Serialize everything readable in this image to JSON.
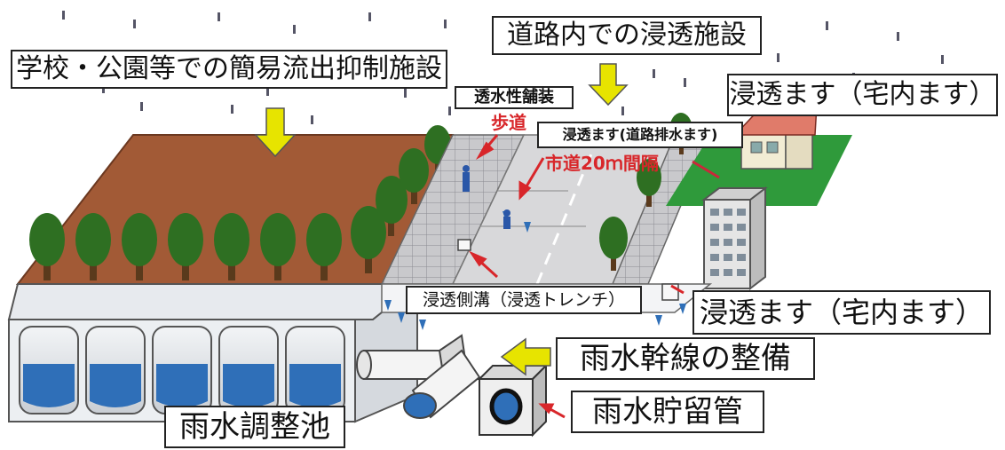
{
  "labels": {
    "road_infiltration": "道路内での浸透施設",
    "school_park": "学校・公園等での簡易流出抑制施設",
    "permeable_pavement": "透水性舗装",
    "sidewalk": "歩道",
    "road_inlet": "浸透ます(道路排水ます)",
    "city_road_interval": "市道20ｍ間隔",
    "house_inlet_top": "浸透ます（宅内ます）",
    "trench": "浸透側溝（浸透トレンチ）",
    "house_inlet_bottom": "浸透ます（宅内ます）",
    "trunk_line": "雨水幹線の整備",
    "storage_pipe": "雨水貯留管",
    "detention_pond": "雨水調整池"
  },
  "colors": {
    "ground": "#a25a36",
    "tree": "#2e6f22",
    "lawn": "#2f9a3b",
    "arrow_yellow": "#e7e400",
    "water_blue": "#2f6fb8",
    "red_accent": "#d8262a"
  }
}
